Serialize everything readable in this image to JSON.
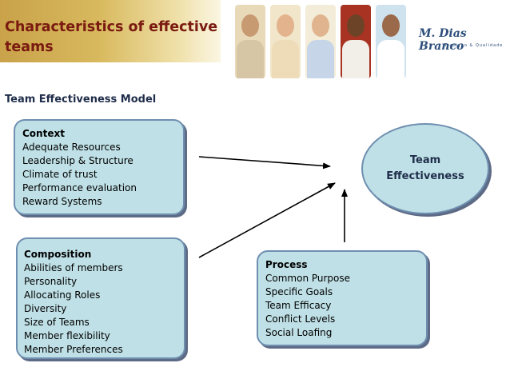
{
  "slide": {
    "title": "Characteristics of effective teams",
    "subtitle": "Team Effectiveness Model"
  },
  "header": {
    "logo_text": "M. Dias Branco",
    "logo_tagline": "Tradição & Qualidade"
  },
  "context": {
    "heading": "Context",
    "items": [
      "Adequate Resources",
      "Leadership & Structure",
      "Climate of trust",
      "Performance evaluation",
      "Reward Systems"
    ]
  },
  "composition": {
    "heading": "Composition",
    "items": [
      "Abilities of members",
      "Personality",
      "Allocating Roles",
      "Diversity",
      "Size of Teams",
      "Member flexibility",
      "Member Preferences"
    ]
  },
  "process": {
    "heading": "Process",
    "items": [
      "Common Purpose",
      "Specific Goals",
      "Team Efficacy",
      "Conflict Levels",
      "Social Loafing"
    ]
  },
  "outcome": {
    "label": "Team Effectiveness"
  },
  "colors": {
    "title_text": "#7a1a10",
    "box_fill": "#bfe0e6",
    "box_border": "#6f8fb0",
    "shadow": "#5d6b86"
  }
}
